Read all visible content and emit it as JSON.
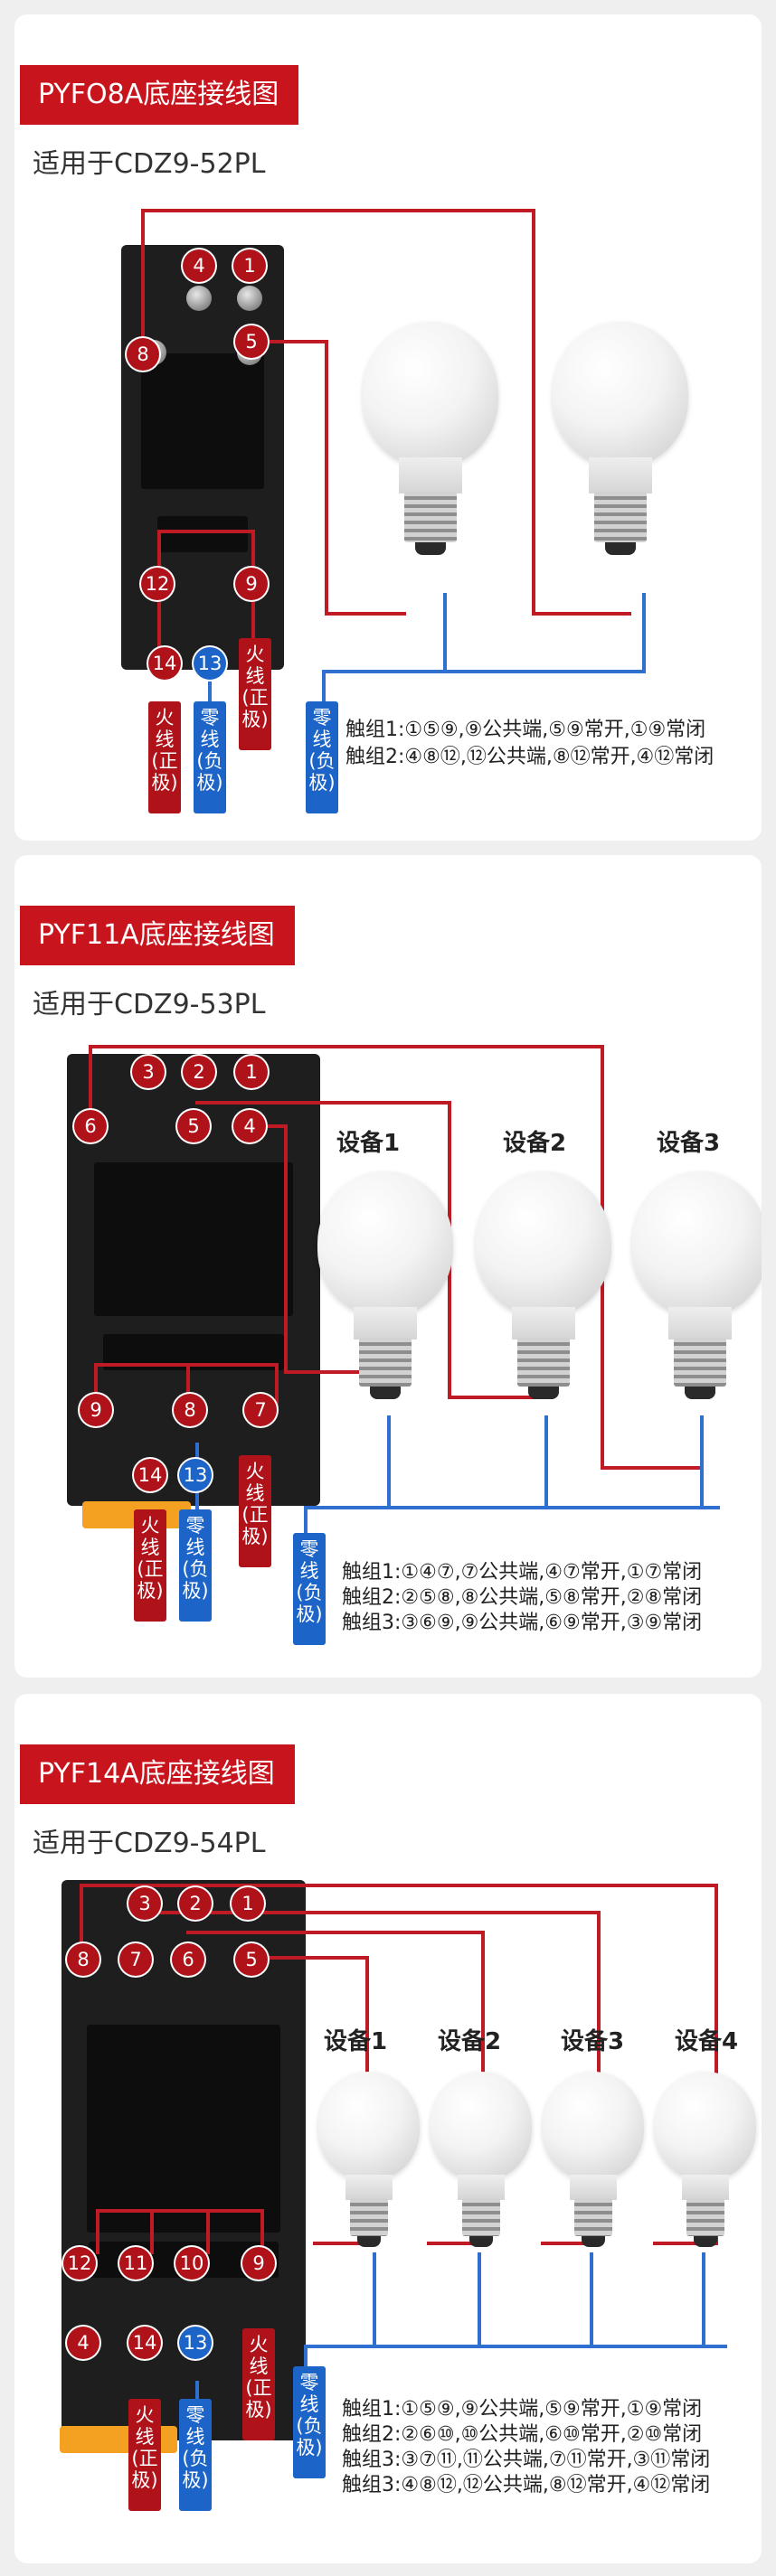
{
  "sections": [
    {
      "title": "PYFO8A底座接线图",
      "subtitle": "适用于CDZ9-52PL",
      "pins": [
        "4",
        "1",
        "8",
        "5",
        "12",
        "9",
        "14",
        "13"
      ],
      "labels": {
        "live_right": "火线(正极)",
        "live_left": "火线(正极)",
        "neutral": "零线(负极)",
        "neutral_side": "零线(负极)"
      },
      "notes": [
        "触组1:①⑤⑨,⑨公共端,⑤⑨常开,①⑨常闭",
        "触组2:④⑧⑫,⑫公共端,⑧⑫常开,④⑫常闭"
      ]
    },
    {
      "title": "PYF11A底座接线图",
      "subtitle": "适用于CDZ9-53PL",
      "pins": [
        "3",
        "2",
        "1",
        "6",
        "5",
        "4",
        "9",
        "8",
        "7",
        "14",
        "13"
      ],
      "devices": [
        "设备1",
        "设备2",
        "设备3"
      ],
      "labels": {
        "live_right": "火线(正极)",
        "live_left": "火线(正极)",
        "neutral": "零线(负极)",
        "neutral_side": "零线(负极)"
      },
      "notes": [
        "触组1:①④⑦,⑦公共端,④⑦常开,①⑦常闭",
        "触组2:②⑤⑧,⑧公共端,⑤⑧常开,②⑧常闭",
        "触组3:③⑥⑨,⑨公共端,⑥⑨常开,③⑨常闭"
      ]
    },
    {
      "title": "PYF14A底座接线图",
      "subtitle": "适用于CDZ9-54PL",
      "pins": [
        "3",
        "2",
        "1",
        "8",
        "7",
        "6",
        "5",
        "12",
        "11",
        "10",
        "9",
        "4",
        "14",
        "13"
      ],
      "devices": [
        "设备1",
        "设备2",
        "设备3",
        "设备4"
      ],
      "labels": {
        "live_right": "火线(正极)",
        "live_left": "火线(正极)",
        "neutral": "零线(负极)",
        "neutral_side": "零线(负极)"
      },
      "notes": [
        "触组1:①⑤⑨,⑨公共端,⑤⑨常开,①⑨常闭",
        "触组2:②⑥⑩,⑩公共端,⑥⑩常开,②⑩常闭",
        "触组3:③⑦⑪,⑪公共端,⑦⑪常开,③⑪常闭",
        "触组3:④⑧⑫,⑫公共端,⑧⑫常开,④⑫常闭"
      ]
    }
  ],
  "colors": {
    "brand_red": "#c8141c",
    "wire_red": "#c01a24",
    "wire_blue": "#2f6fd0",
    "pin_blue": "#1c64c7"
  }
}
